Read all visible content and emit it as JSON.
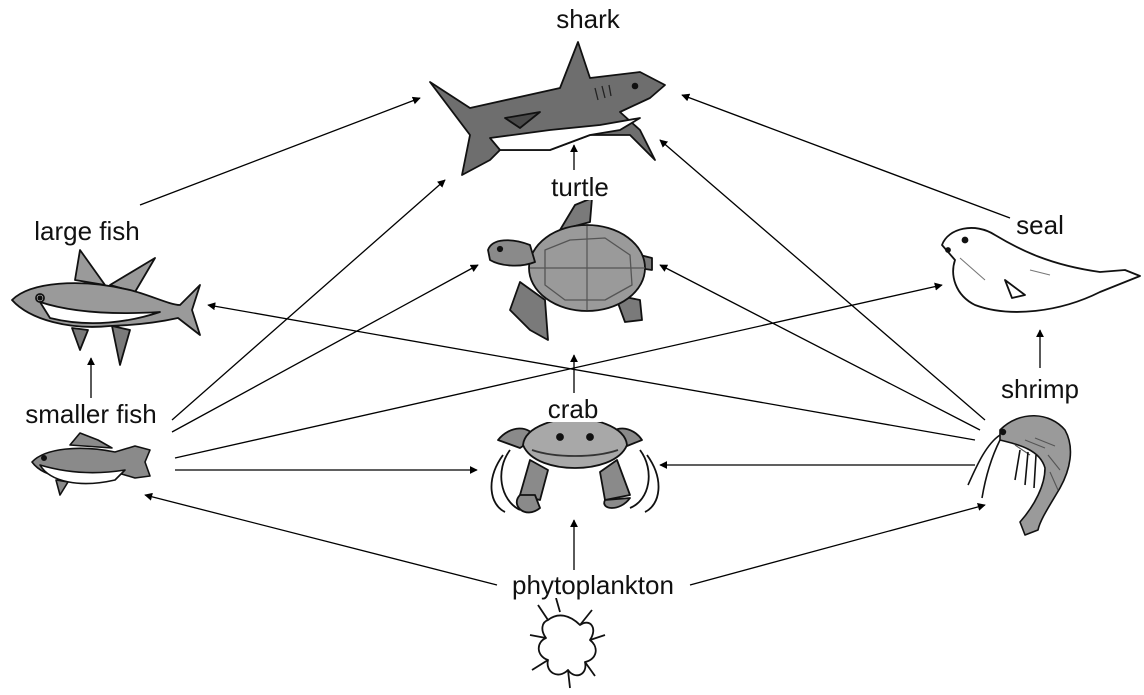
{
  "organisms": {
    "shark": "shark",
    "turtle": "turtle",
    "seal": "seal",
    "large_fish": "large fish",
    "smaller_fish": "smaller fish",
    "crab": "crab",
    "shrimp": "shrimp",
    "phytoplankton": "phytoplankton"
  },
  "energy_flow": [
    [
      "phytoplankton",
      "smaller fish"
    ],
    [
      "phytoplankton",
      "crab"
    ],
    [
      "phytoplankton",
      "shrimp"
    ],
    [
      "smaller fish",
      "large fish"
    ],
    [
      "smaller fish",
      "shark"
    ],
    [
      "smaller fish",
      "turtle"
    ],
    [
      "smaller fish",
      "seal"
    ],
    [
      "smaller fish",
      "crab"
    ],
    [
      "shrimp",
      "crab"
    ],
    [
      "shrimp",
      "seal"
    ],
    [
      "shrimp",
      "shark"
    ],
    [
      "shrimp",
      "turtle"
    ],
    [
      "shrimp",
      "large fish"
    ],
    [
      "crab",
      "turtle"
    ],
    [
      "turtle",
      "shark"
    ],
    [
      "large fish",
      "shark"
    ],
    [
      "seal",
      "shark"
    ]
  ]
}
